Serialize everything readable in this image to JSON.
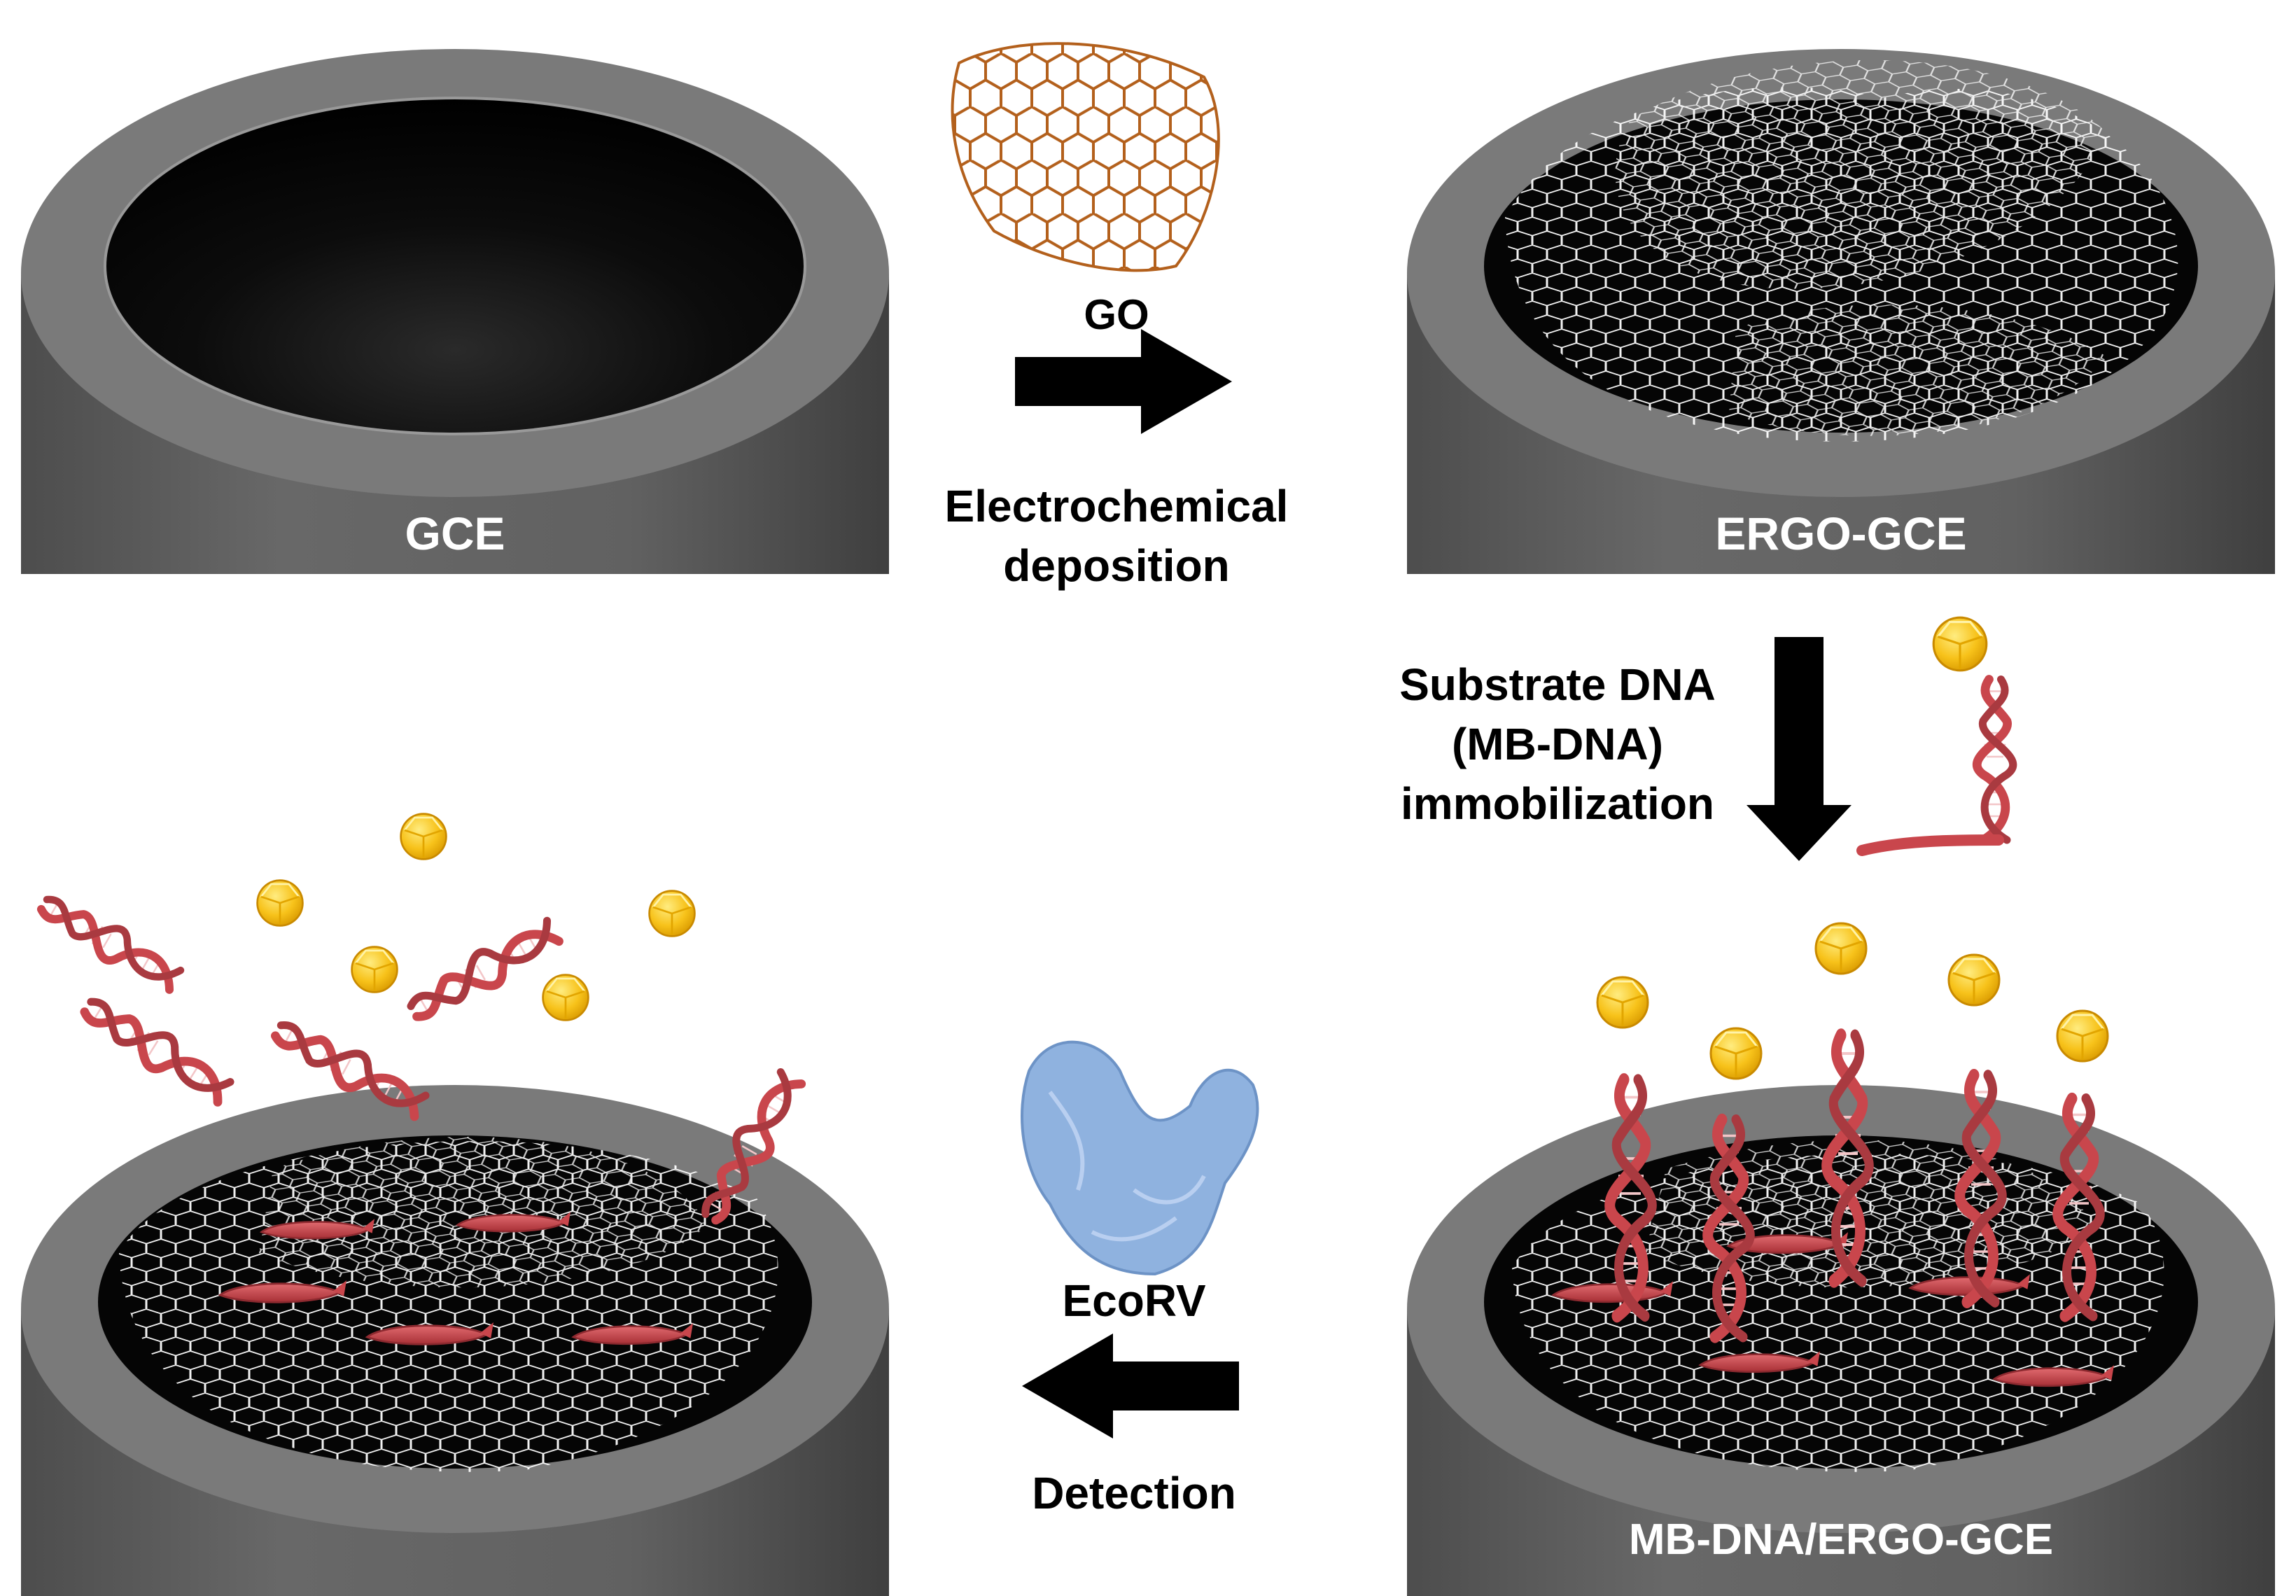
{
  "electrodes": {
    "gce": {
      "label": "GCE"
    },
    "ergo": {
      "label": "ERGO-GCE"
    },
    "mb_dna": {
      "label": "MB-DNA/ERGO-GCE"
    },
    "cleaved": {
      "label": ""
    }
  },
  "steps": {
    "go_deposition": {
      "reagent": "GO",
      "line1": "Electrochemical",
      "line2": "deposition"
    },
    "immobilization": {
      "line1": "Substrate DNA",
      "line2": "(MB-DNA)",
      "line3": "immobilization"
    },
    "detection": {
      "enzyme": "EcoRV",
      "action": "Detection"
    }
  },
  "colors": {
    "electrode_body": "#5f5f5f",
    "electrode_rim": "#727272",
    "electrode_well": "#060606",
    "graphene_mesh": "#ffffff",
    "go_sheet": "#b3601c",
    "dna": "#c9464c",
    "methylene_blue": "#f7c21a",
    "enzyme": "#8fb2df",
    "arrow": "#000000",
    "label_on_electrode": "#ffffff"
  }
}
